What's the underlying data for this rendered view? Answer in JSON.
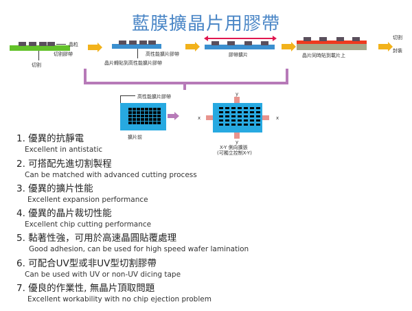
{
  "title": "藍膜擴晶片用膠帶",
  "diagram": {
    "step1": {
      "die": "晶粒",
      "tape": "切割膠帶",
      "cut": "切割"
    },
    "step2": {
      "tape": "高性能擴片膠帶",
      "caption": "晶片轉貼到高性能擴片膠帶"
    },
    "step3": {
      "caption": "膠帶擴片"
    },
    "step4": {
      "caption": "晶片同時貼到載片上"
    },
    "step5": {
      "cut": "切割",
      "pack": "封裝"
    },
    "detail": {
      "tape": "高性能擴片膠帶",
      "before": "擴片前",
      "x": "x",
      "y": "y",
      "caption1": "X-Y 側向擴張",
      "caption2": "(可獨立控制X-Y)"
    }
  },
  "features": [
    {
      "cn": "1. 優異的抗靜電",
      "en": "Excellent in antistatic"
    },
    {
      "cn": "2. 可搭配先進切割製程",
      "en": "Can be matched  with advanced cutting process"
    },
    {
      "cn": "3. 優異的擴片性能",
      "en": "Excellent expansion performance"
    },
    {
      "cn": "4. 優異的晶片裁切性能",
      "en": "Excellent chip cutting performance"
    },
    {
      "cn": "5. 黏著性強，可用於高速晶圓貼覆處理",
      "en": "Good adhesion, can be used for high speed wafer lamination"
    },
    {
      "cn": "6. 可配合UV型或非UV型切割膠帶",
      "en": "Can be used with UV or non-UV dicing tape"
    },
    {
      "cn": "7. 優良的作業性, 無晶片頂取問題",
      "en": "Excellent workability with no chip ejection problem"
    }
  ]
}
